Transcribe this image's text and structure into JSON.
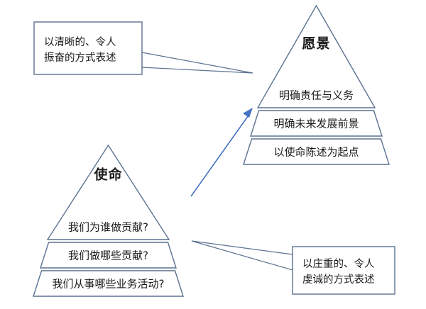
{
  "diagram": {
    "background_color": "#ffffff",
    "outline_color": "#5b7291",
    "arrow_color": "#4472c4",
    "text_color": "#1a1a1a"
  },
  "vision_pyramid": {
    "title": "愿景",
    "bands": [
      {
        "label": "明确责任与义务"
      },
      {
        "label": "明确未来发展前景"
      },
      {
        "label": "以使命陈述为起点"
      }
    ]
  },
  "mission_pyramid": {
    "title": "使命",
    "bands": [
      {
        "label": "我们为谁做贡献?"
      },
      {
        "label": "我们做哪些贡献?"
      },
      {
        "label": "我们从事哪些业务活动?"
      }
    ]
  },
  "callouts": [
    {
      "id": "vision-callout",
      "line1": "以清晰的、令人",
      "line2": "振奋的方式表述"
    },
    {
      "id": "mission-callout",
      "line1": "以庄重的、令人",
      "line2": "虔诚的方式表述"
    }
  ]
}
